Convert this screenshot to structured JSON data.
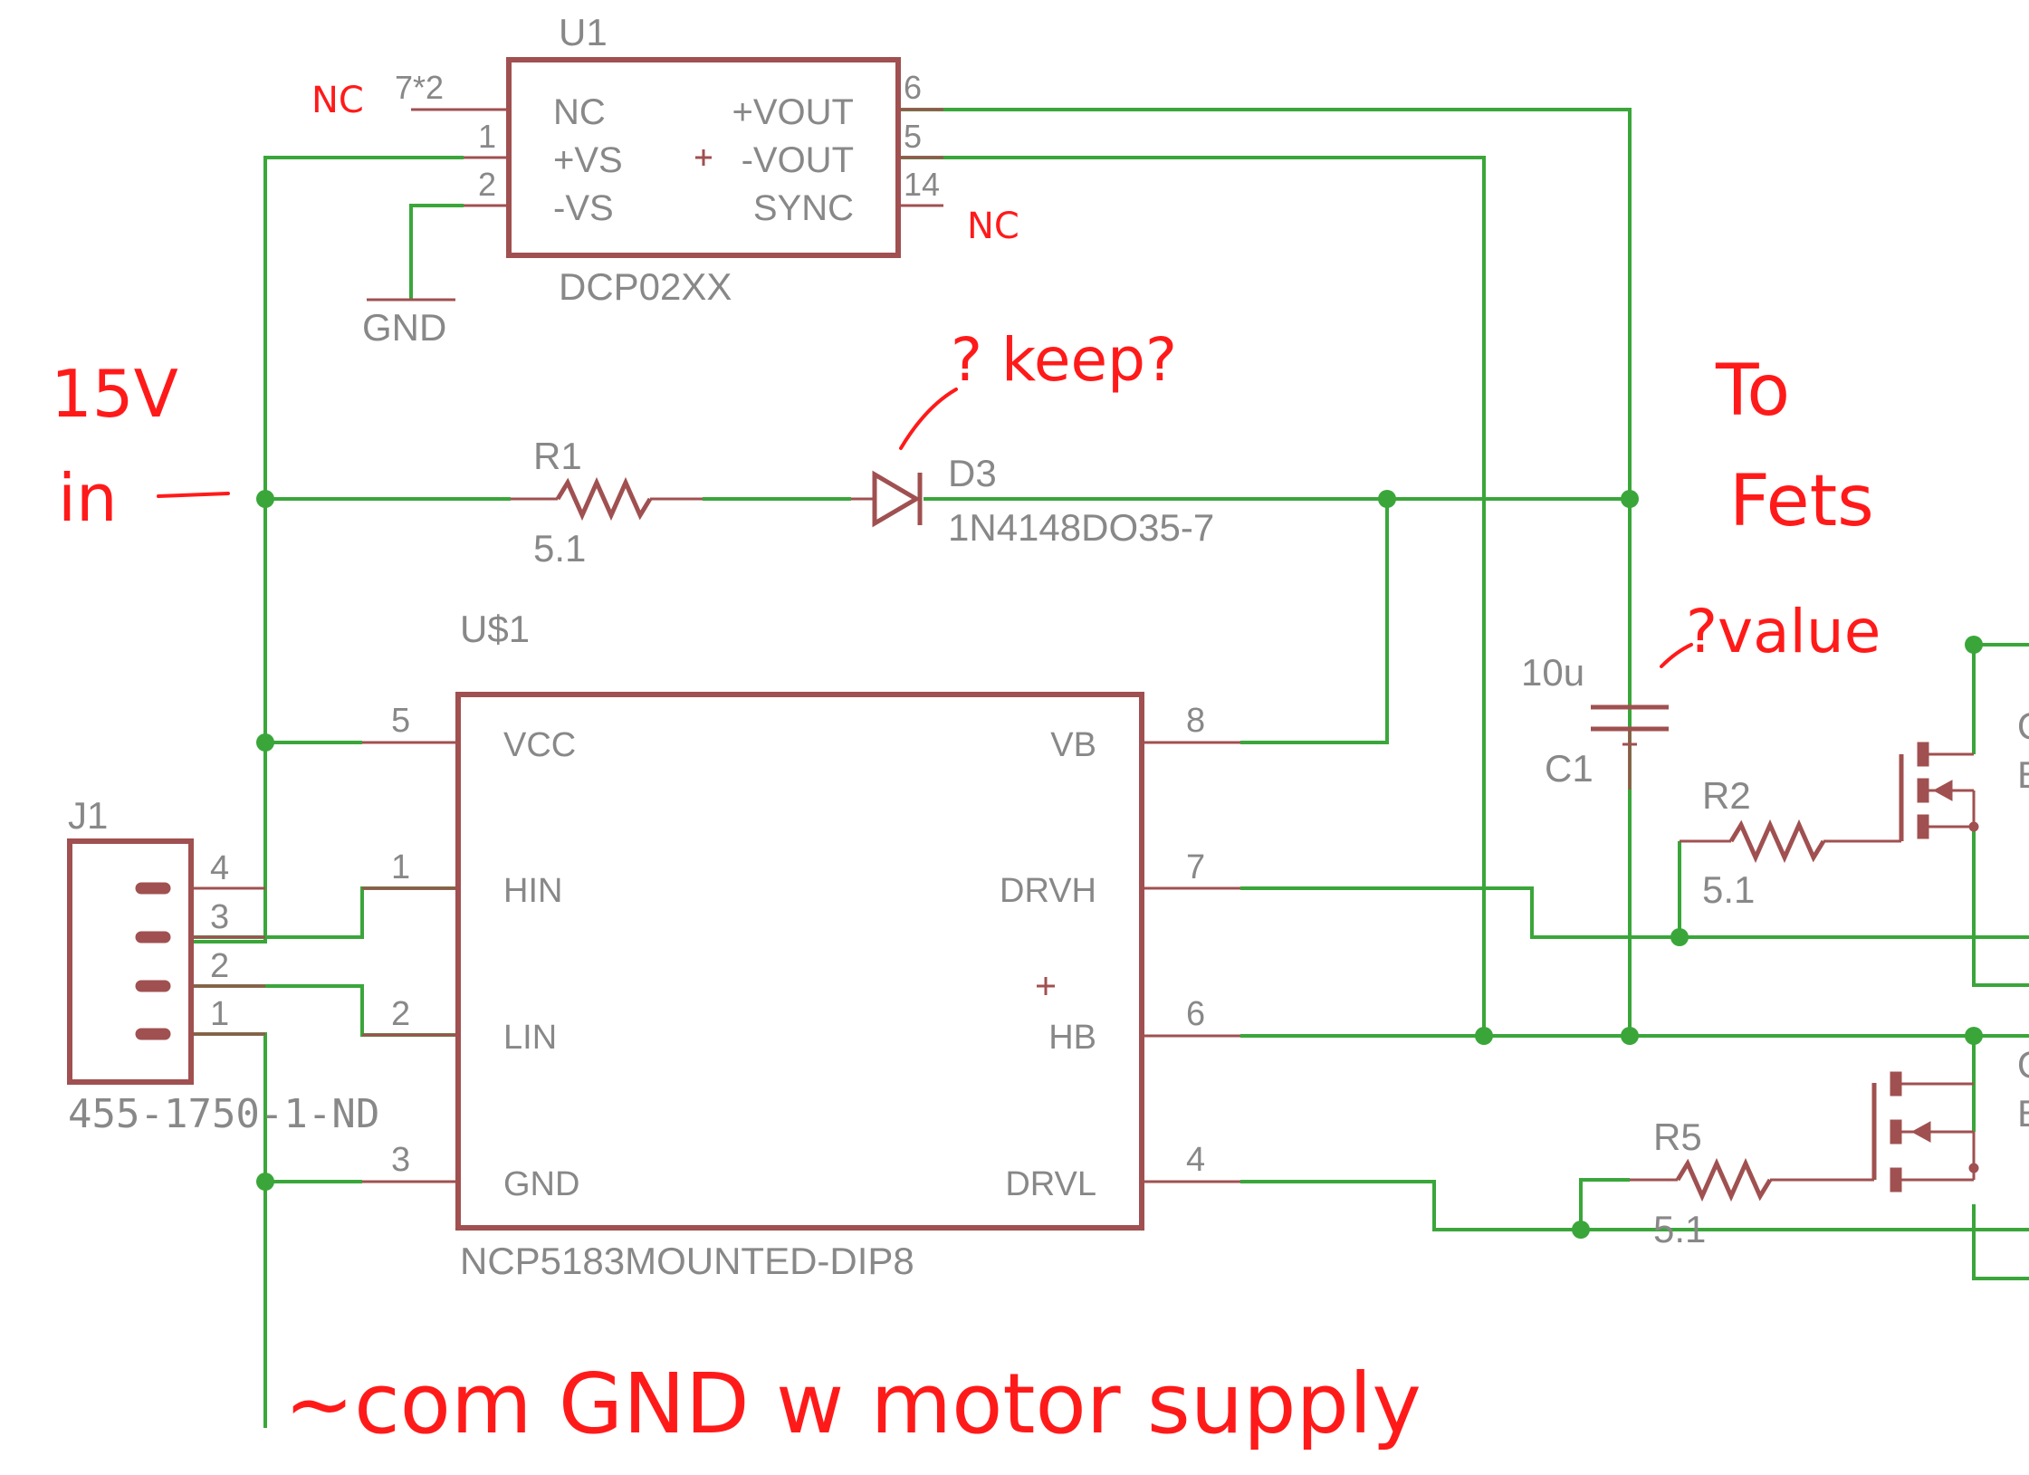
{
  "u1": {
    "ref": "U1",
    "value": "DCP02XX",
    "pin_labels": {
      "nc": "NC",
      "vs_plus": "+VS",
      "vs_minus": "-VS",
      "vout_plus": "+VOUT",
      "vout_minus": "-VOUT",
      "sync": "SYNC"
    },
    "pin_numbers": {
      "nc": "7*2",
      "vs_plus": "1",
      "vs_minus": "2",
      "vout_plus": "6",
      "vout_minus": "5",
      "sync": "14"
    }
  },
  "gnd_symbol": {
    "label": "GND"
  },
  "r1": {
    "ref": "R1",
    "value": "5.1"
  },
  "d3": {
    "ref": "D3",
    "value": "1N4148DO35-7"
  },
  "u_s1": {
    "ref": "U$1",
    "value": "NCP5183MOUNTED-DIP8",
    "pin_labels": {
      "vcc": "VCC",
      "hin": "HIN",
      "lin": "LIN",
      "gnd": "GND",
      "vb": "VB",
      "drvh": "DRVH",
      "hb": "HB",
      "drvl": "DRVL"
    },
    "pin_numbers": {
      "vcc": "5",
      "hin": "1",
      "lin": "2",
      "gnd": "3",
      "vb": "8",
      "drvh": "7",
      "hb": "6",
      "drvl": "4"
    }
  },
  "j1": {
    "ref": "J1",
    "value": "455-1750-1-ND",
    "pin_numbers": [
      "4",
      "3",
      "2",
      "1"
    ]
  },
  "c1": {
    "ref": "C1",
    "value": "10u"
  },
  "r2": {
    "ref": "R2",
    "value": "5.1"
  },
  "r5": {
    "ref": "R5",
    "value": "5.1"
  },
  "fet_partial": {
    "upper_letters": [
      "Q",
      "B"
    ],
    "lower_letters": [
      "Q",
      "B"
    ]
  },
  "annotations": {
    "nc_top": "NC",
    "nc_sync": "NC",
    "input_line1": "15V",
    "input_line2": "in",
    "keep": "? keep?",
    "to": "To",
    "fets": "Fets",
    "value_q": "?value",
    "common_gnd": "~com GND w motor supply"
  },
  "colors": {
    "wire": "#3aa63a",
    "part": "#a05050",
    "text": "#888888",
    "annotation": "#ff1a1a"
  }
}
